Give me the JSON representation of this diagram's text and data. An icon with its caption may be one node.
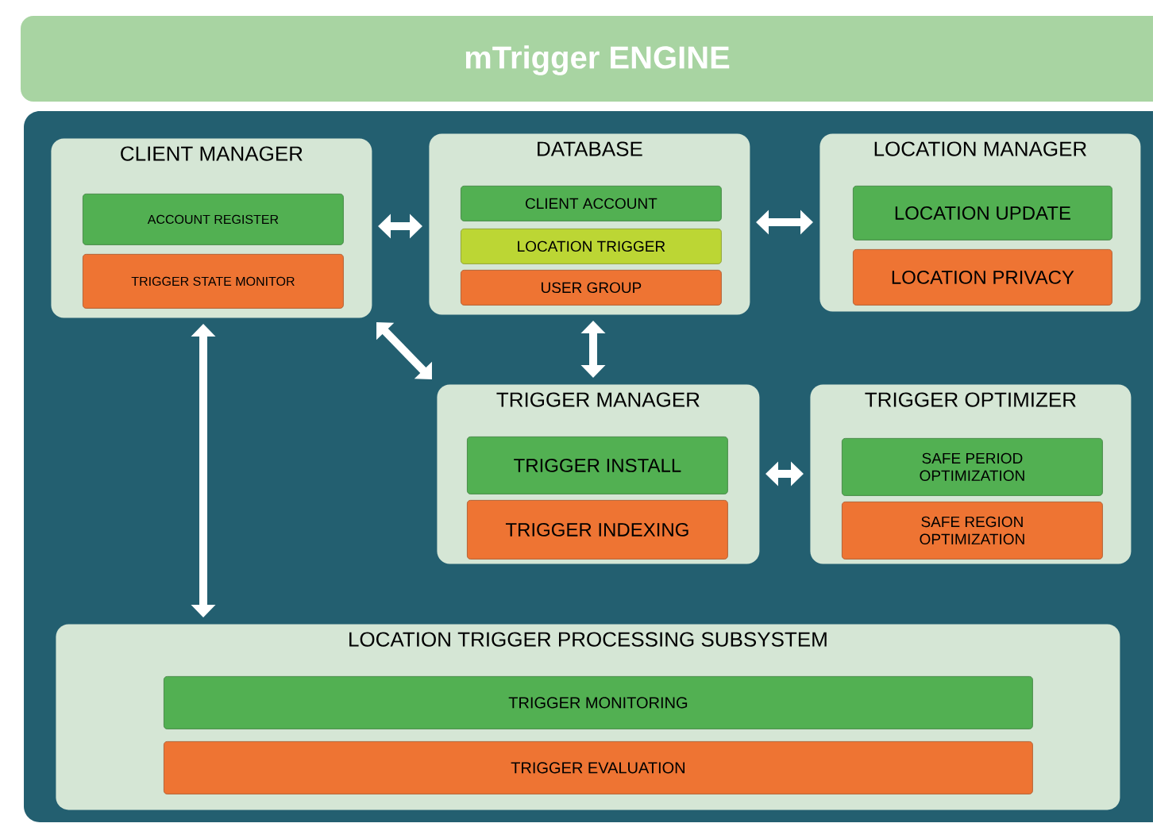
{
  "diagram": {
    "title": "mTrigger ENGINE",
    "nodes": [
      {
        "text": [
          "CLIENT MANAGER"
        ]
      },
      {
        "text": [
          "ACCOUNT REGISTER"
        ],
        "in": 0
      },
      {
        "text": [
          "TRIGGER STATE MONITOR"
        ],
        "in": 0
      },
      {
        "text": [
          "DATABASE"
        ]
      },
      {
        "text": [
          "CLIENT ACCOUNT"
        ],
        "in": 3
      },
      {
        "text": [
          "LOCATION TRIGGER"
        ],
        "in": 3
      },
      {
        "text": [
          "USER GROUP"
        ],
        "in": 3
      },
      {
        "text": [
          "LOCATION MANAGER"
        ]
      },
      {
        "text": [
          "LOCATION UPDATE"
        ],
        "in": 7
      },
      {
        "text": [
          "LOCATION PRIVACY"
        ],
        "in": 7
      },
      {
        "text": [
          "TRIGGER MANAGER"
        ]
      },
      {
        "text": [
          "TRIGGER INSTALL"
        ],
        "in": 10
      },
      {
        "text": [
          "TRIGGER INDEXING"
        ],
        "in": 10
      },
      {
        "text": [
          "TRIGGER OPTIMIZER"
        ]
      },
      {
        "text": [
          "SAFE PERIOD OPTIMIZATION"
        ],
        "in": 13
      },
      {
        "text": [
          "SAFE REGION OPTIMIZATION"
        ],
        "in": 13
      },
      {
        "text": [
          "LOCATION TRIGGER PROCESSING SUBSYSTEM"
        ]
      },
      {
        "text": [
          "TRIGGER MONITORING"
        ],
        "in": 16
      },
      {
        "text": [
          "TRIGGER EVALUATION"
        ],
        "in": 16
      }
    ],
    "edges": [
      {
        "from": 0,
        "to": 3,
        "arrow": "both"
      },
      {
        "from": 3,
        "to": 7,
        "arrow": "both"
      },
      {
        "from": 3,
        "to": 10,
        "arrow": "both"
      },
      {
        "from": 0,
        "to": 10,
        "arrow": "both"
      },
      {
        "from": 10,
        "to": 13,
        "arrow": "both"
      },
      {
        "from": 0,
        "to": 16,
        "arrow": "both"
      }
    ]
  }
}
